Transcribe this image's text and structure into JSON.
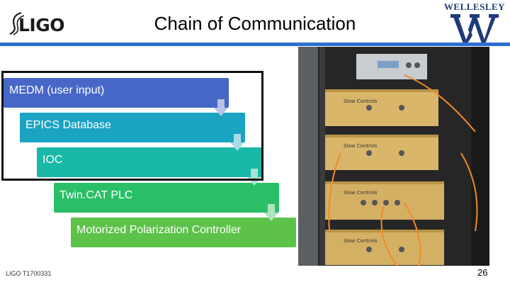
{
  "header": {
    "ligo_logo_text": "LIGO",
    "title": "Chain of Communication",
    "wellesley_text": "WELLESLEY"
  },
  "diagram": {
    "steps": [
      {
        "label": "MEDM (user input)"
      },
      {
        "label": "EPICS Database"
      },
      {
        "label": "IOC"
      },
      {
        "label": "Twin.CAT PLC"
      },
      {
        "label": "Motorized Polarization Controller"
      }
    ]
  },
  "photo": {
    "panels": [
      {
        "label": "Slow Controls"
      },
      {
        "label": "Slow Controls"
      },
      {
        "label": "Slow Controls"
      },
      {
        "label": "Slow Controls"
      }
    ]
  },
  "footer": {
    "doc_id": "LIGO T1700331",
    "page_number": "26"
  },
  "colors": {
    "accent_rule": "#2b6fd3",
    "step1": "#4767c7",
    "step2": "#1aa3c2",
    "step3": "#19b8a8",
    "step4": "#2abf67",
    "step5": "#5dc24a"
  }
}
